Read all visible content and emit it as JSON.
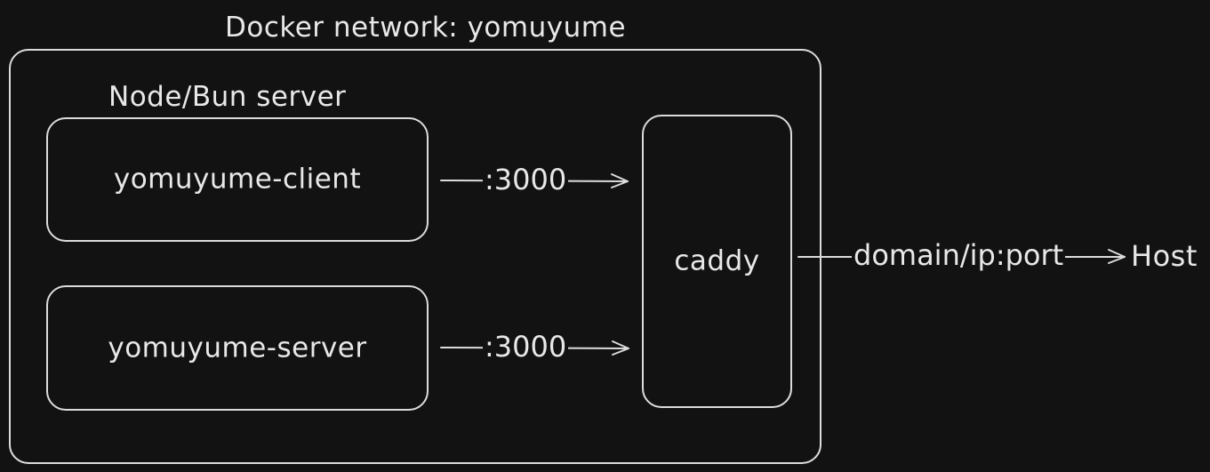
{
  "network": {
    "title": "Docker network: yomuyume"
  },
  "group": {
    "title": "Node/Bun server"
  },
  "nodes": {
    "client": "yomuyume-client",
    "server": "yomuyume-server",
    "caddy": "caddy",
    "host": "Host"
  },
  "edges": {
    "client_to_caddy": ":3000",
    "server_to_caddy": ":3000",
    "caddy_to_host": "domain/ip:port"
  },
  "colors": {
    "background": "#121212",
    "stroke": "#dcdcdc",
    "text": "#e8e8e8"
  }
}
